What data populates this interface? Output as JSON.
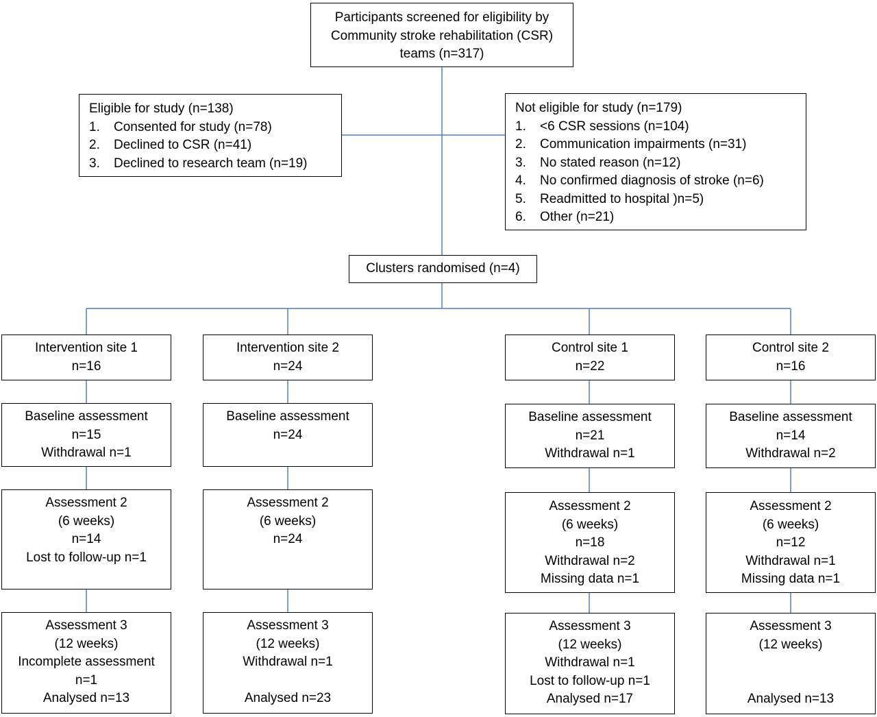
{
  "screen": {
    "lines": [
      "Participants screened for eligibility by",
      "Community stroke rehabilitation (CSR)",
      "teams (n=317)"
    ]
  },
  "eligible": {
    "title": "Eligible for study (n=138)",
    "items": [
      {
        "num": "1.",
        "text": "Consented for study (n=78)"
      },
      {
        "num": "2.",
        "text": "Declined to CSR (n=41)"
      },
      {
        "num": "3.",
        "text": "Declined to research team (n=19)"
      }
    ]
  },
  "not_eligible": {
    "title": "Not eligible for study (n=179)",
    "items": [
      {
        "num": "1.",
        "text": "<6 CSR sessions (n=104)"
      },
      {
        "num": "2.",
        "text": "Communication impairments (n=31)"
      },
      {
        "num": "3.",
        "text": "No stated reason (n=12)"
      },
      {
        "num": "4.",
        "text": "No confirmed diagnosis of stroke (n=6)"
      },
      {
        "num": "5.",
        "text": "Readmitted to hospital )n=5)"
      },
      {
        "num": "6.",
        "text": "Other (n=21)"
      }
    ]
  },
  "randomised": {
    "label": "Clusters randomised (n=4)"
  },
  "sites": [
    {
      "site": [
        "Intervention site 1",
        "n=16"
      ],
      "baseline": [
        "Baseline assessment",
        "n=15",
        "Withdrawal n=1"
      ],
      "a2": [
        "Assessment 2",
        "(6 weeks)",
        "n=14",
        "Lost to follow-up n=1"
      ],
      "a3": [
        "Assessment 3",
        "(12 weeks)",
        "Incomplete assessment",
        "n=1",
        "Analysed n=13"
      ]
    },
    {
      "site": [
        "Intervention site 2",
        "n=24"
      ],
      "baseline": [
        "Baseline assessment",
        "n=24"
      ],
      "a2": [
        "Assessment 2",
        "(6 weeks)",
        "n=24"
      ],
      "a3": [
        "Assessment 3",
        "(12 weeks)",
        "Withdrawal n=1",
        "",
        "Analysed n=23"
      ]
    },
    {
      "site": [
        "Control site 1",
        "n=22"
      ],
      "baseline": [
        "Baseline assessment",
        "n=21",
        "Withdrawal n=1"
      ],
      "a2": [
        "Assessment 2",
        "(6 weeks)",
        "n=18",
        "Withdrawal n=2",
        "Missing data n=1"
      ],
      "a3": [
        "Assessment 3",
        "(12 weeks)",
        "Withdrawal n=1",
        "Lost to follow-up n=1",
        "Analysed n=17"
      ]
    },
    {
      "site": [
        "Control site 2",
        "n=16"
      ],
      "baseline": [
        "Baseline assessment",
        "n=14",
        "Withdrawal n=2"
      ],
      "a2": [
        "Assessment 2",
        "(6 weeks)",
        "n=12",
        "Withdrawal n=1",
        "Missing data n=1"
      ],
      "a3": [
        "Assessment 3",
        "(12 weeks)",
        "",
        "",
        "Analysed n=13"
      ]
    }
  ],
  "colors": {
    "connector": "#4f81bd",
    "border": "#000000"
  }
}
